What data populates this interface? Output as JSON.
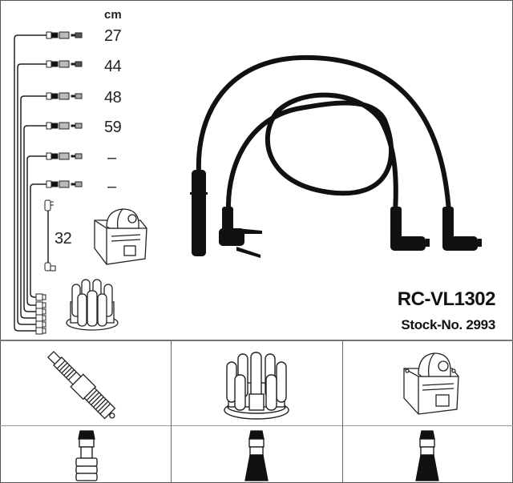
{
  "product": {
    "title": "RC-VL1302",
    "stock_label": "Stock-No. 2993"
  },
  "length_table": {
    "unit": "cm",
    "leads": [
      {
        "index": 1,
        "length": "27"
      },
      {
        "index": 2,
        "length": "44"
      },
      {
        "index": 3,
        "length": "48"
      },
      {
        "index": 4,
        "length": "59"
      },
      {
        "index": 5,
        "length": "–"
      },
      {
        "index": 6,
        "length": "–"
      }
    ],
    "coil_lead_length": "32"
  },
  "components": {
    "top_right_icons": [
      "ignition-coil",
      "distributor-cap"
    ],
    "main_illustration": "ignition-cable-set",
    "grid_row1": [
      "spark-plug",
      "distributor-cap",
      "ignition-coil"
    ],
    "grid_row2": [
      "spark-plug-boot-straight-ribbed",
      "distributor-terminal-boot",
      "coil-terminal-boot"
    ]
  },
  "colors": {
    "line": "#111111",
    "divider": "#777777",
    "background": "#ffffff"
  }
}
